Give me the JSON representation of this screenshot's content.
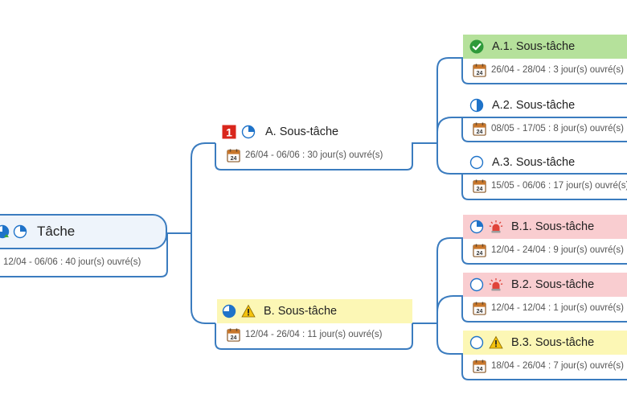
{
  "root": {
    "title": "Tâche",
    "dates": "12/04 - 06/06 : 40 jour(s) ouvré(s)",
    "icons": [
      "progress-half-arrow-icon",
      "progress-25-icon"
    ]
  },
  "branches": [
    {
      "id": "A",
      "title": "A. Sous-tâche",
      "dates": "26/04 - 06/06 : 30 jour(s) ouvré(s)",
      "priority": "1",
      "icons": [
        "priority-1-icon",
        "progress-25-icon"
      ],
      "highlight": "none",
      "children": [
        {
          "title": "A.1. Sous-tâche",
          "dates": "26/04 - 28/04 : 3 jour(s) ouvré(s)",
          "icons": [
            "check-complete-icon"
          ],
          "highlight": "green"
        },
        {
          "title": "A.2. Sous-tâche",
          "dates": "08/05 - 17/05 : 8 jour(s) ouvré(s)",
          "icons": [
            "progress-50-icon"
          ],
          "highlight": "none"
        },
        {
          "title": "A.3. Sous-tâche",
          "dates": "15/05 - 06/06 : 17 jour(s) ouvré(s)",
          "icons": [
            "progress-0-icon"
          ],
          "highlight": "none"
        }
      ]
    },
    {
      "id": "B",
      "title": "B. Sous-tâche",
      "dates": "12/04 - 26/04 : 11 jour(s) ouvré(s)",
      "icons": [
        "progress-75-icon",
        "warning-icon"
      ],
      "highlight": "yellow",
      "children": [
        {
          "title": "B.1. Sous-tâche",
          "dates": "12/04 - 24/04 : 9 jour(s) ouvré(s)",
          "icons": [
            "progress-25-icon",
            "alarm-icon"
          ],
          "highlight": "red"
        },
        {
          "title": "B.2. Sous-tâche",
          "dates": "12/04 - 12/04 : 1 jour(s) ouvré(s)",
          "icons": [
            "progress-0-icon",
            "alarm-icon"
          ],
          "highlight": "red"
        },
        {
          "title": "B.3. Sous-tâche",
          "dates": "18/04 - 26/04 : 7 jour(s) ouvré(s)",
          "icons": [
            "progress-0-icon",
            "warning-icon"
          ],
          "highlight": "yellow"
        }
      ]
    }
  ],
  "calendar_icon_day": "24",
  "colors": {
    "connector": "#3b7cbf",
    "highlight_green": "#b5e19b",
    "highlight_red": "#f9cdd0",
    "highlight_yellow": "#fcf7b5",
    "progress_blue": "#1f73c9",
    "priority_red": "#d9261c",
    "warning_yellow": "#f4c20d"
  }
}
